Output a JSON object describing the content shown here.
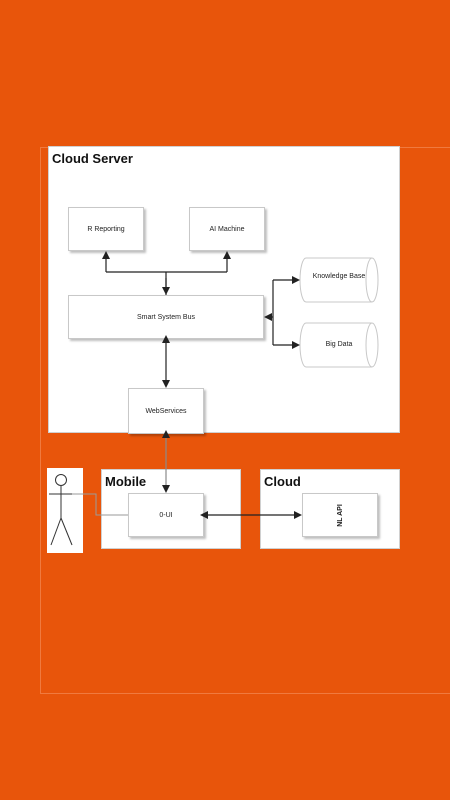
{
  "background_color": "#e8550b",
  "cloud_server": {
    "title": "Cloud Server",
    "r_reporting": "R Reporting",
    "ai_machine": "AI Machine",
    "smart_system_bus": "Smart System Bus",
    "knowledge_base": "Knowledge Base",
    "big_data": "Big Data",
    "web_services": "WebServices"
  },
  "mobile": {
    "title": "Mobile",
    "ui": "0-UI"
  },
  "cloud": {
    "title": "Cloud",
    "nl_api": "NL API"
  },
  "actor": {
    "icon": "stick-figure-icon"
  }
}
